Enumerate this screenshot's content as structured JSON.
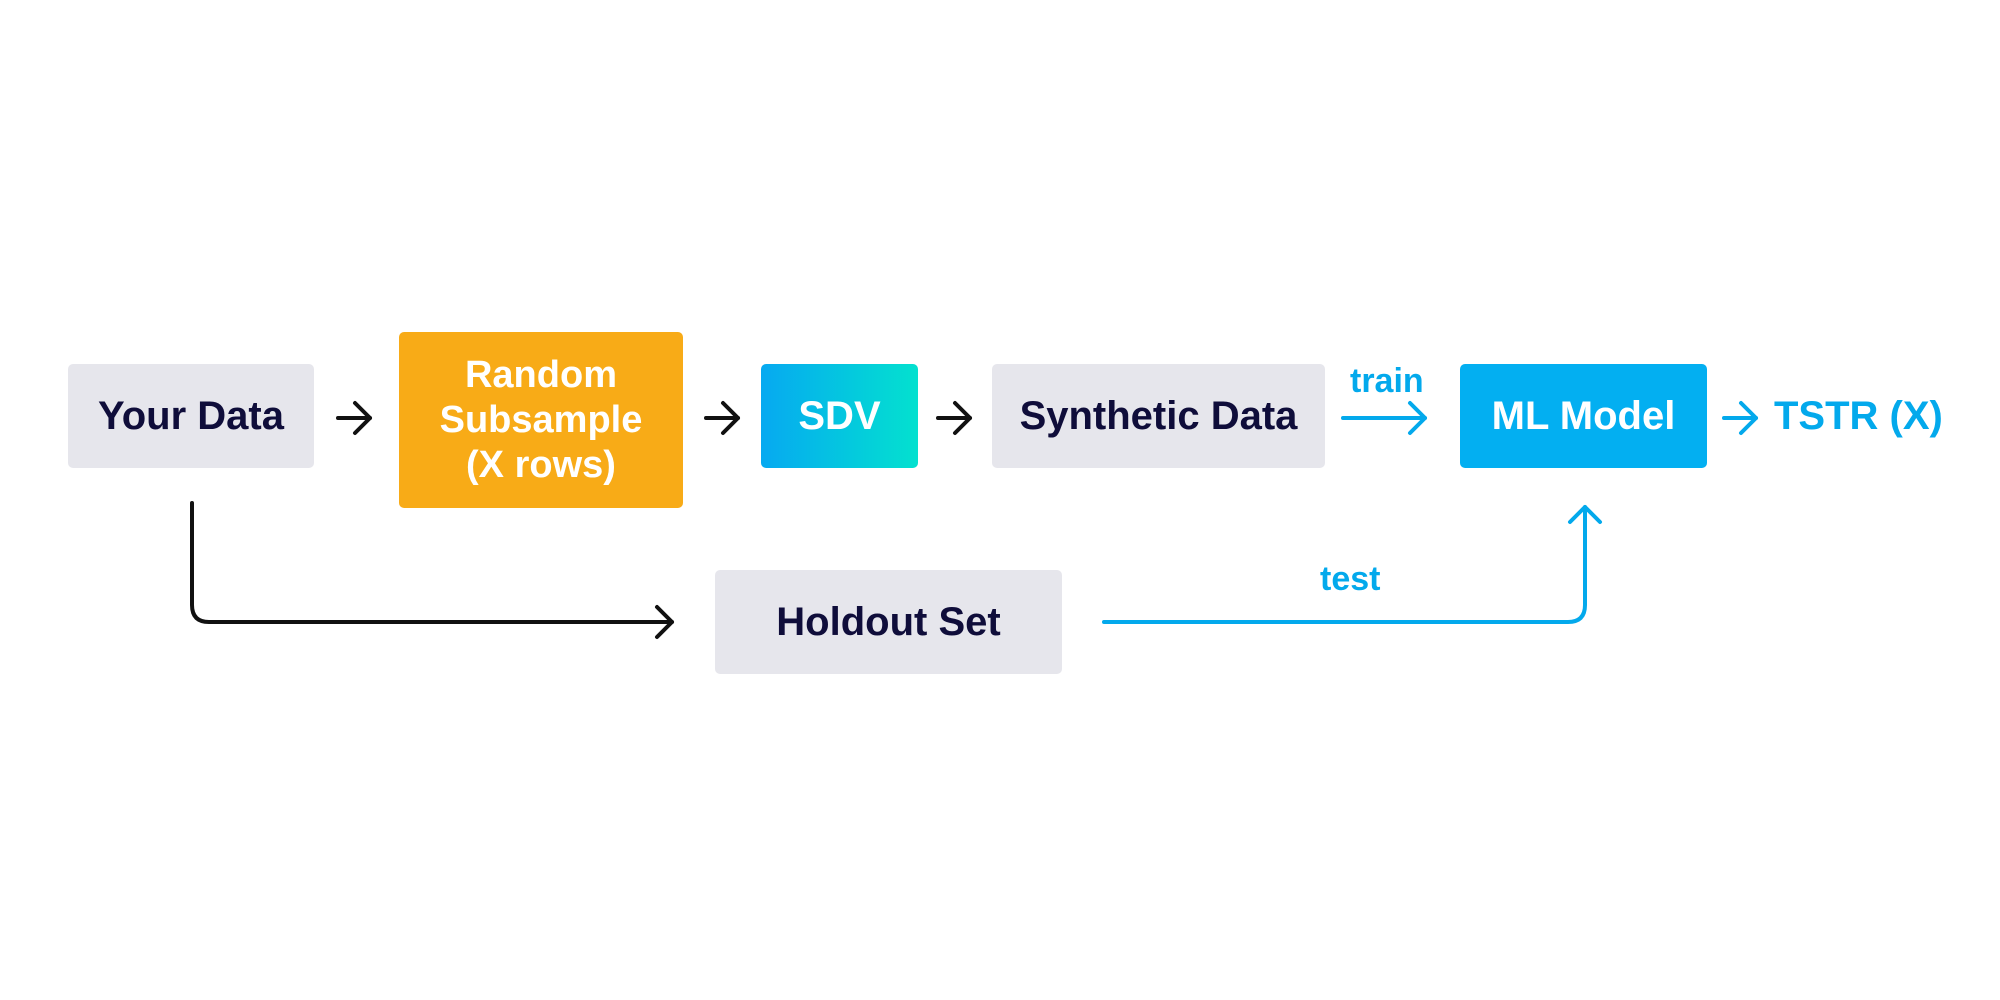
{
  "diagram": {
    "nodes": {
      "your_data": "Your Data",
      "random_subsample": "Random\nSubsample\n(X rows)",
      "sdv": "SDV",
      "synthetic_data": "Synthetic Data",
      "ml_model": "ML Model",
      "holdout_set": "Holdout Set"
    },
    "edge_labels": {
      "train": "train",
      "test": "test"
    },
    "result": "TSTR (X)",
    "colors": {
      "gray_box": "#e6e6ec",
      "orange_box": "#f8ab17",
      "blue_box": "#03aff1",
      "gradient_start": "#06a9f1",
      "gradient_end": "#03e1cf",
      "dark_text": "#0f0d3a",
      "accent_blue": "#03a9ec",
      "black_arrow": "#111111"
    }
  }
}
